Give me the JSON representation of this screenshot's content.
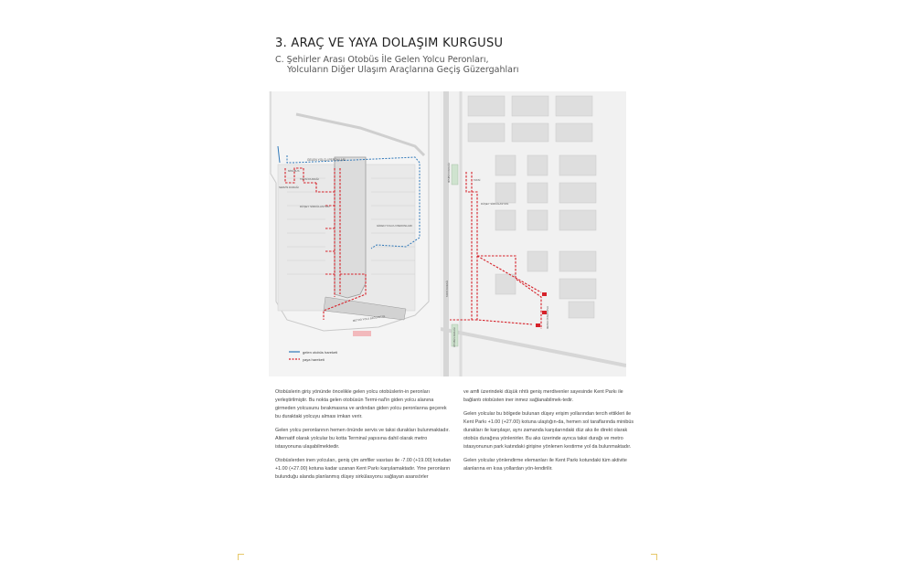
{
  "heading": {
    "title": "3. ARAÇ VE YAYA DOLAŞIM KURGUSU",
    "subtitle_line1": "C.  Şehirler Arası Otobüs İle Gelen Yolcu Peronları,",
    "subtitle_line2": "Yolcuların Diğer Ulaşım Araçlarına Geçiş Güzergahları"
  },
  "left_plan": {
    "labels": {
      "arrival_platforms": "GELEN YOLCU PERONLARI",
      "taxi_stop": "TAKSİ DURAĞI",
      "service": "SERVİS DURAĞI",
      "minibus": "MİNİ BÜS",
      "vertical_circulation": "DÜŞEY SİRKÜLASYON",
      "departure_platforms": "GİDEN YOLCU PERONLARI",
      "metro_link": "METRO YOLU BAĞLANTISI"
    },
    "legend": {
      "bus_movement": "gelen otobüs hareketi",
      "pedestrian_movement": "yaya hareketi",
      "bus_color": "#2f78b9",
      "pedestrian_color": "#d6222a"
    }
  },
  "right_plan": {
    "labels": {
      "minibus_stop": "MİNİBÜS DURAĞI",
      "taxi": "TAKSİ",
      "vertical_circulation": "DÜŞEY SİRKÜLASYON",
      "taxi_stop": "TAKSİ DURAĞI",
      "bus_stop": "OTOBÜS DURAĞI",
      "metro_station": "METRO İSTASYONU"
    }
  },
  "body": {
    "col1": [
      "Otobüslerin giriş yönünde öncelikle gelen yolcu otobüslerin-in peronları yerleştirilmiştir. Bu nokta gelen otobüsün Termi-nal'in giden yolcu alanına girmeden yolcusunu bırakmasına ve ardından giden yolcu peronlarına geçerek bu duraktaki yolcuyu alması imkan verir.",
      "Gelen yolcu peronlarının hemen önünde servis ve taksi durakları bulunmaktadır. Alternatif olarak yolcular bu kotta Terminal yapısına dahil olarak metro istasyonuna ulaşabilmektedir.",
      "Otobüslerden inen yolcuları, geniş çim amfiler vasıtası ile -7.00 (+19.00) kotudan +1.00 (+27.00) kotuna kadar uzanan Kent Parkı karşılamaktadır. Yine peronların bulunduğu alanda planlanmış düşey sirkülasyonu sağlayan asansörler"
    ],
    "col2": [
      "ve amfi üzerindeki düşük rıhtlı geniş merdivenler sayesinde Kent Parkı ile bağlantı otobüsten iner inmez sağlanabilmek-tedir.",
      "Gelen yolcular bu bölgede bulunan düşey erişim yollarından tercih ettikleri ile Kent Parkı +1.00 (+27.00) kotuna ulaştığın-da, hemen sol taraflarında minibüs durakları ile karşılaşır, aynı zamanda karşılarındaki düz aks ile direkt olarak otobüs durağına yönlenirler. Bu aks üzerinde ayrıca taksi durağı ve metro istasyonunun park katındaki girişine yönlenen kestirme yol da bulunmaktadır.",
      "Gelen yolcular yönlendirme elemanları ile Kent Parkı kotundaki tüm aktivite alanlarına en kısa yollardan yön-lendirilir."
    ]
  }
}
